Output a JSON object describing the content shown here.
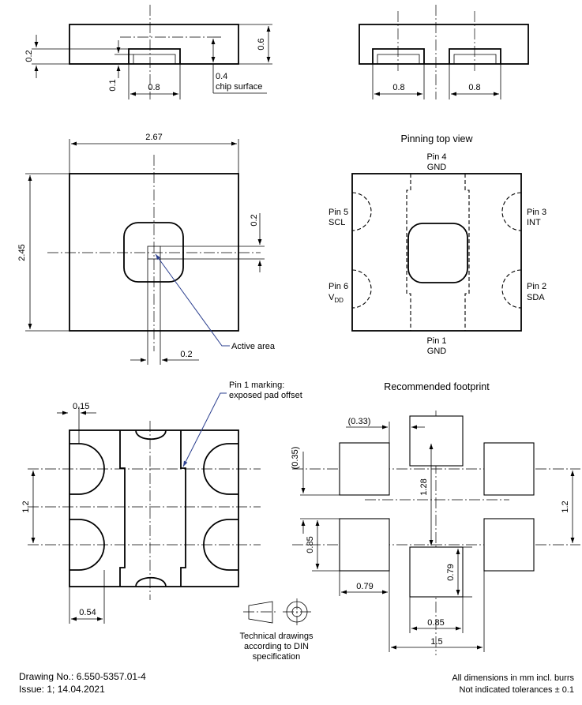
{
  "side_view": {
    "dim_height": "0.6",
    "dim_pad_height": "0.2",
    "dim_pad_inset": "0.1",
    "dim_pad_width": "0.8",
    "dim_chip_depth": "0.4",
    "chip_surface_label": "chip surface"
  },
  "side_view_two": {
    "dim_left_pad": "0.8",
    "dim_right_pad": "0.8"
  },
  "top_view": {
    "dim_width": "2.67",
    "dim_height": "2.45",
    "dim_area_height": "0.2",
    "dim_area_width": "0.2",
    "active_area_label": "Active area"
  },
  "pinning": {
    "title": "Pinning top view",
    "pin4": {
      "name": "Pin 4",
      "signal": "GND"
    },
    "pin5": {
      "name": "Pin 5",
      "signal": "SCL"
    },
    "pin3": {
      "name": "Pin 3",
      "signal": "INT"
    },
    "pin6": {
      "name": "Pin 6",
      "signal_main": "V",
      "signal_sub": "DD"
    },
    "pin2": {
      "name": "Pin 2",
      "signal": "SDA"
    },
    "pin1": {
      "name": "Pin 1",
      "signal": "GND"
    }
  },
  "bottom_view": {
    "marking_label_line1": "Pin 1 marking:",
    "marking_label_line2": "exposed pad offset",
    "dim_arc_width": "0.15",
    "dim_pitch": "1.2",
    "dim_pad_offset": "0.54"
  },
  "footprint": {
    "title": "Recommended footprint",
    "dim_offset": "(0.33)",
    "dim_gap": "(0.35)",
    "dim_center_pitch": "1.28",
    "dim_side_pitch": "1.2",
    "dim_pad_height": "0.85",
    "dim_center_pad_height": "0.79",
    "dim_side_pad_width": "0.79",
    "dim_center_pad_width": "0.85",
    "dim_total_width": "1.5"
  },
  "din_note": {
    "line1": "Technical drawings",
    "line2": "according to DIN",
    "line3": "specification"
  },
  "footer": {
    "drawing_no": "Drawing No.: 6.550-5357.01-4",
    "issue": "Issue: 1;  14.04.2021",
    "dims_note": "All dimensions in mm incl. burrs",
    "tolerance_note": "Not indicated tolerances ± 0.1"
  }
}
